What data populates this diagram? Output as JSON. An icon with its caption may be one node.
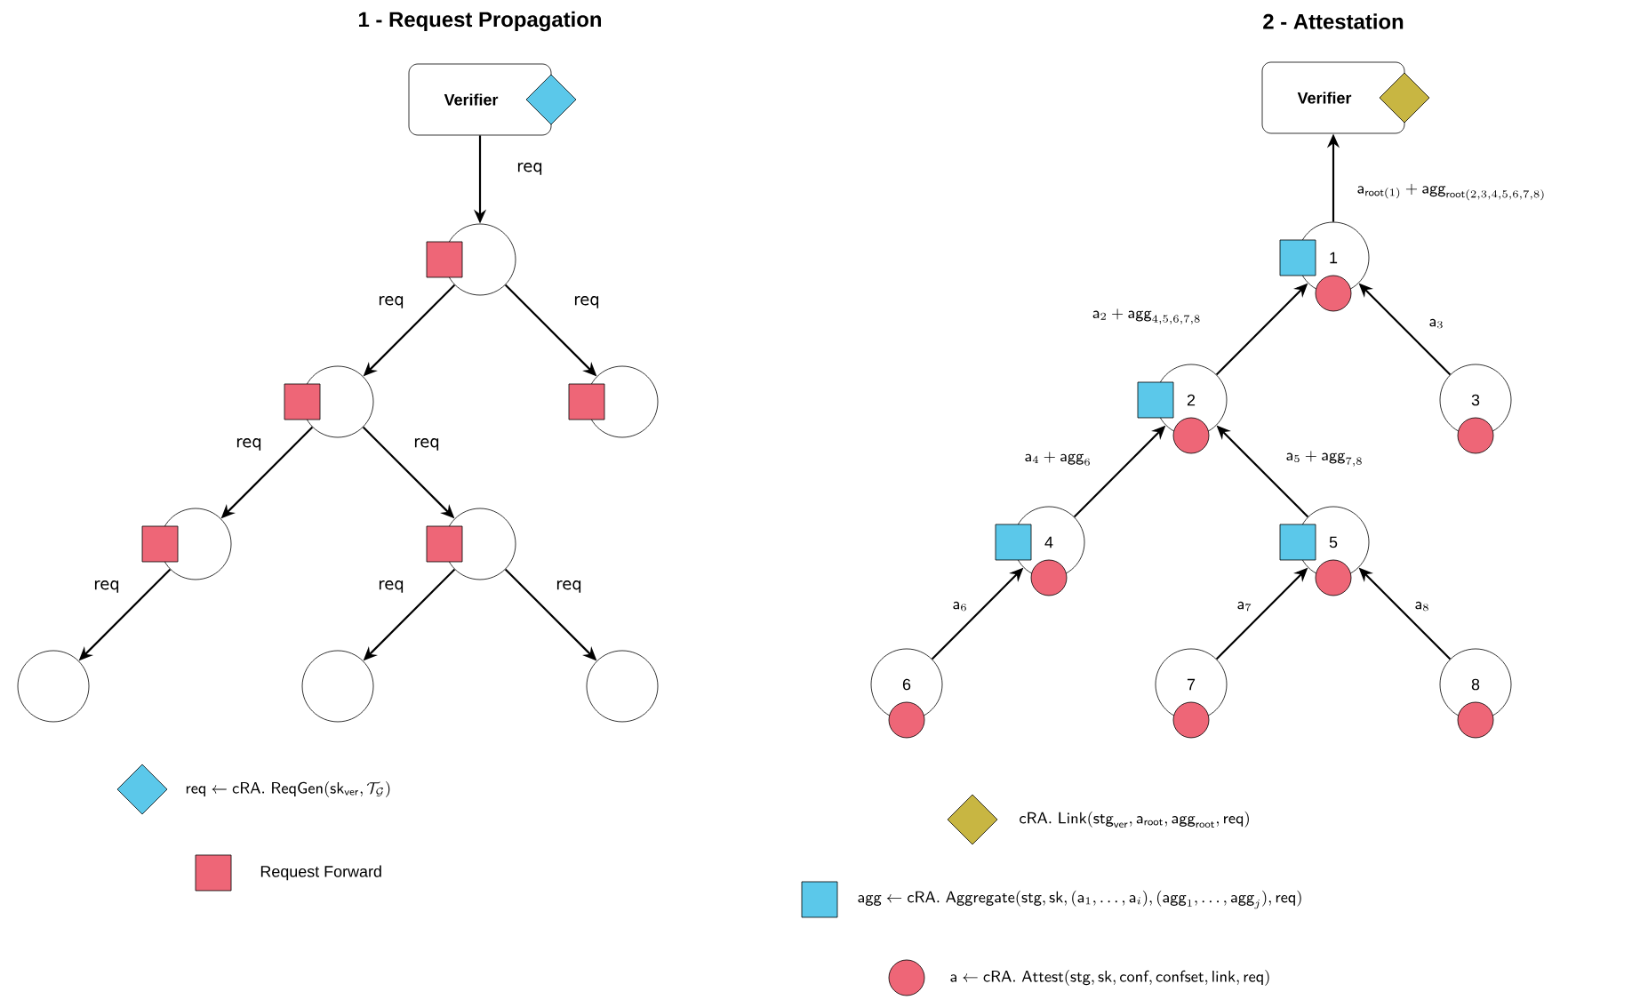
{
  "diagram": {
    "nodes": [
      {
        "text": [
          "Verifier"
        ]
      },
      {
        "text": [],
        "shape": "circle"
      },
      {
        "text": [],
        "shape": "circle"
      },
      {
        "text": [],
        "shape": "circle"
      },
      {
        "text": [],
        "shape": "circle"
      },
      {
        "text": [],
        "shape": "circle"
      },
      {
        "text": [],
        "shape": "circle"
      },
      {
        "text": [],
        "shape": "circle"
      },
      {
        "text": [],
        "shape": "circle"
      },
      {
        "text": [
          "Verifier"
        ]
      },
      {
        "text": [
          "1"
        ]
      },
      {
        "text": [
          "2"
        ]
      },
      {
        "text": [
          "3"
        ]
      },
      {
        "text": [
          "4"
        ]
      },
      {
        "text": [
          "5"
        ]
      },
      {
        "text": [
          "6"
        ]
      },
      {
        "text": [
          "7"
        ]
      },
      {
        "text": [
          "8"
        ]
      }
    ],
    "edges": [
      {
        "from": 0,
        "to": 1,
        "arrow": "to",
        "label": "req"
      },
      {
        "from": 1,
        "to": 2,
        "arrow": "to",
        "label": "req"
      },
      {
        "from": 1,
        "to": 3,
        "arrow": "to",
        "label": "req"
      },
      {
        "from": 2,
        "to": 4,
        "arrow": "to",
        "label": "req"
      },
      {
        "from": 2,
        "to": 5,
        "arrow": "to",
        "label": "req"
      },
      {
        "from": 4,
        "to": 6,
        "arrow": "to",
        "label": "req"
      },
      {
        "from": 5,
        "to": 7,
        "arrow": "to",
        "label": "req"
      },
      {
        "from": 5,
        "to": 8,
        "arrow": "to",
        "label": "req"
      },
      {
        "from": 10,
        "to": 9,
        "arrow": "to",
        "label": "\\mathsf{a}_{\\mathsf{root}(1)}+\\mathsf{agg}_{\\mathsf{root}(2,3,4,5,6,7,8)}"
      },
      {
        "from": 11,
        "to": 10,
        "arrow": "to",
        "label": "\\mathsf{a}_{2}+\\mathsf{agg}_{4,5,6,7,8}"
      },
      {
        "from": 12,
        "to": 10,
        "arrow": "to",
        "label": "\\mathsf{a}_{3}"
      },
      {
        "from": 13,
        "to": 11,
        "arrow": "to",
        "label": "\\mathsf{a}_{4}+\\mathsf{agg}_{6}"
      },
      {
        "from": 14,
        "to": 11,
        "arrow": "to",
        "label": "\\mathsf{a}_{5}+\\mathsf{agg}_{7,8}"
      },
      {
        "from": 15,
        "to": 13,
        "arrow": "to",
        "label": "\\mathsf{a}_{6}"
      },
      {
        "from": 16,
        "to": 14,
        "arrow": "to",
        "label": "\\mathsf{a}_{7}"
      },
      {
        "from": 17,
        "to": 14,
        "arrow": "to",
        "label": "\\mathsf{a}_{8}"
      }
    ],
    "labels": [
      "1 - Request Propagation",
      "2 - Attestation"
    ],
    "legend": [
      {
        "text": "\\mathsf{req}\\leftarrow\\mathsf{cRA.\\ ReqGen}(\\mathsf{sk}_{\\mathsf{ver}},\\mathcal{T}_{\\mathcal{G}})",
        "color": "#5bc8ea"
      },
      {
        "text": "Request Forward",
        "color": "#ee6677"
      },
      {
        "text": "\\mathsf{cRA.\\ Link}(\\mathsf{stg}_{\\mathsf{ver}},\\mathsf{a}_{\\mathsf{root}},\\mathsf{agg}_{\\mathsf{root}},\\mathsf{req})",
        "color": "#c8b642"
      },
      {
        "text": "\\mathsf{agg}\\leftarrow\\mathsf{cRA.\\ Aggregate}(\\mathsf{stg},\\mathsf{sk},(\\mathsf{a}_{1},\\ldots,\\mathsf{a}_{i}),(\\mathsf{agg}_{1},\\ldots,\\mathsf{agg}_{j}),\\mathsf{req})",
        "color": "#5bc8ea"
      },
      {
        "text": "\\mathsf{a}\\leftarrow\\mathsf{cRA.\\ Attest}(\\mathsf{stg},\\mathsf{sk},\\mathsf{conf},\\mathsf{confset},\\mathsf{link},\\mathsf{req})",
        "color": "#ee6677"
      }
    ]
  }
}
